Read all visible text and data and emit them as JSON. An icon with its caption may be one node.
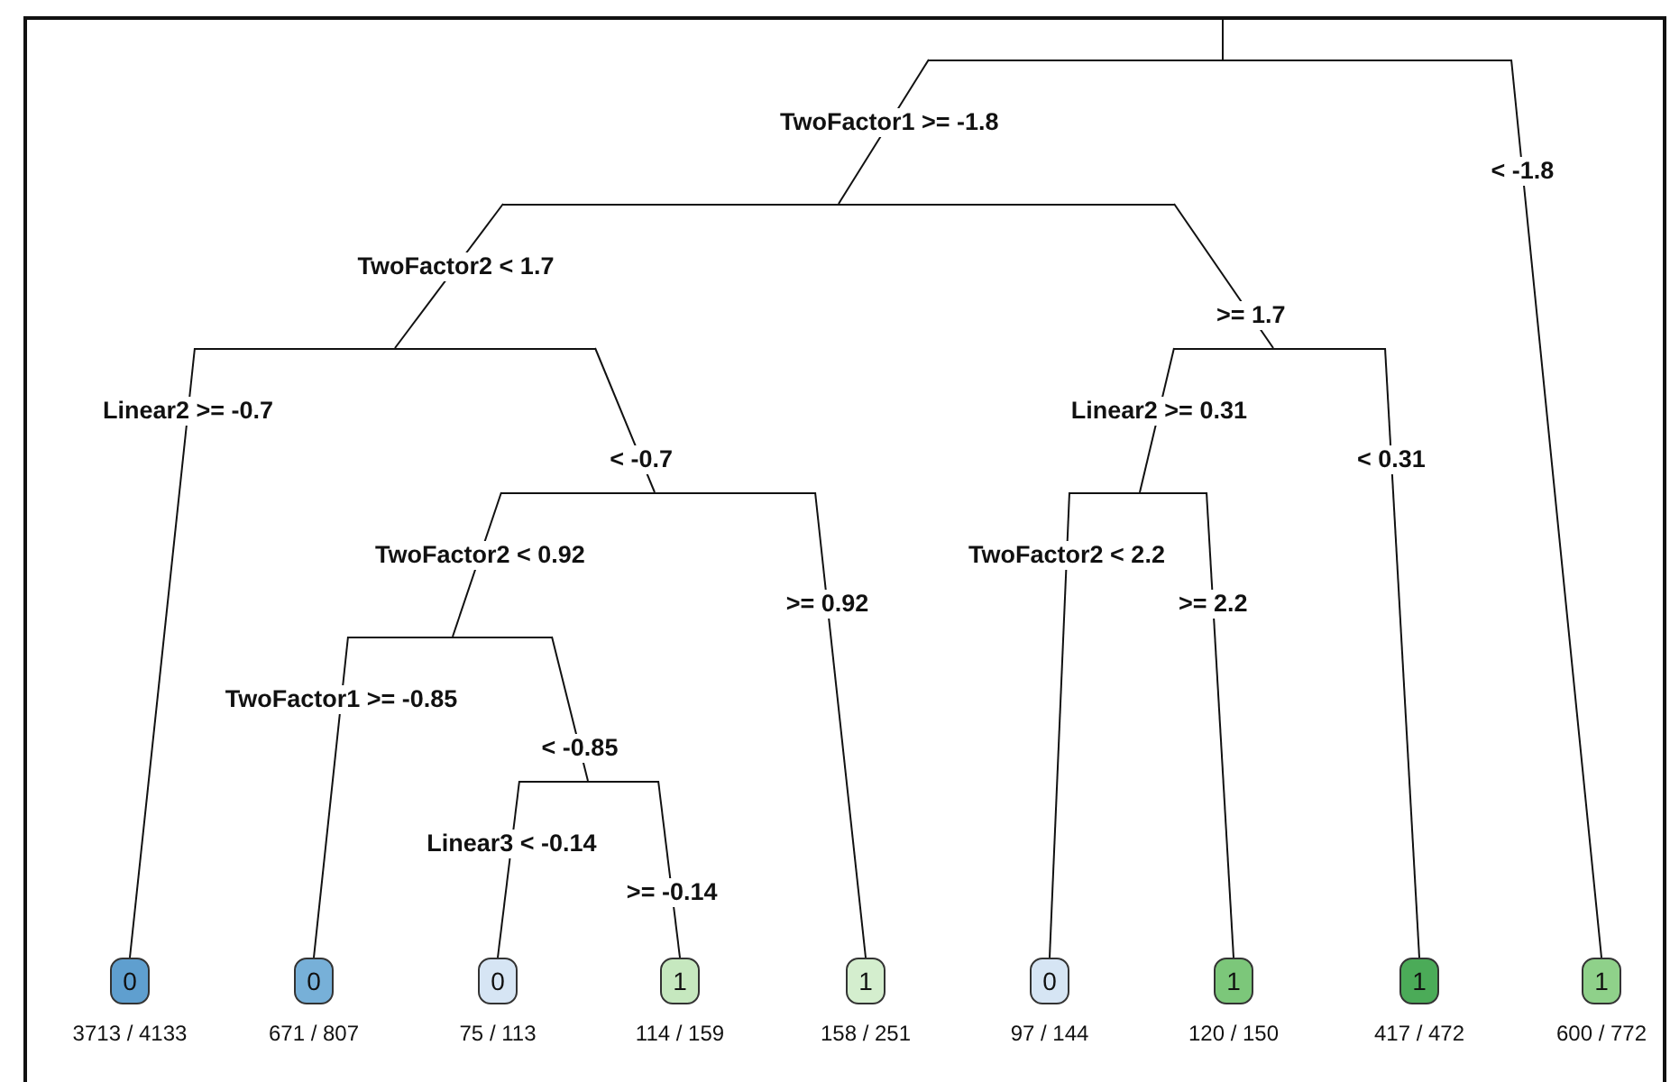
{
  "diagram": {
    "nodes": [
      {
        "text": [],
        "shape": "bar"
      },
      {
        "text": [],
        "shape": "bar"
      },
      {
        "text": [],
        "shape": "bar"
      },
      {
        "text": [],
        "shape": "bar"
      },
      {
        "text": [],
        "shape": "bar"
      },
      {
        "text": [],
        "shape": "bar"
      },
      {
        "text": [],
        "shape": "bar"
      },
      {
        "text": [],
        "shape": "bar"
      },
      {
        "text": [
          "0"
        ],
        "beside": [
          "3713 / 4133"
        ]
      },
      {
        "text": [
          "0"
        ],
        "beside": [
          "671 / 807"
        ]
      },
      {
        "text": [
          "0"
        ],
        "beside": [
          "75 / 113"
        ]
      },
      {
        "text": [
          "1"
        ],
        "beside": [
          "114 / 159"
        ]
      },
      {
        "text": [
          "1"
        ],
        "beside": [
          "158 / 251"
        ]
      },
      {
        "text": [
          "0"
        ],
        "beside": [
          "97 / 144"
        ]
      },
      {
        "text": [
          "1"
        ],
        "beside": [
          "120 / 150"
        ]
      },
      {
        "text": [
          "1"
        ],
        "beside": [
          "417 / 472"
        ]
      },
      {
        "text": [
          "1"
        ],
        "beside": [
          "600 / 772"
        ]
      }
    ],
    "edges": [
      {
        "from": null,
        "to": 0,
        "arrow": "none"
      },
      {
        "from": 0,
        "to": 1,
        "arrow": "none",
        "label": "TwoFactor1 >= -1.8"
      },
      {
        "from": 0,
        "to": 16,
        "arrow": "none",
        "label": "< -1.8"
      },
      {
        "from": 1,
        "to": 2,
        "arrow": "none",
        "label": "TwoFactor2 < 1.7"
      },
      {
        "from": 1,
        "to": 3,
        "arrow": "none",
        "label": ">= 1.7"
      },
      {
        "from": 2,
        "to": 8,
        "arrow": "none",
        "label": "Linear2 >= -0.7"
      },
      {
        "from": 2,
        "to": 4,
        "arrow": "none",
        "label": "< -0.7"
      },
      {
        "from": 4,
        "to": 6,
        "arrow": "none",
        "label": "TwoFactor2 < 0.92"
      },
      {
        "from": 4,
        "to": 12,
        "arrow": "none",
        "label": ">= 0.92"
      },
      {
        "from": 6,
        "to": 9,
        "arrow": "none",
        "label": "TwoFactor1 >= -0.85"
      },
      {
        "from": 6,
        "to": 7,
        "arrow": "none",
        "label": "< -0.85"
      },
      {
        "from": 7,
        "to": 10,
        "arrow": "none",
        "label": "Linear3 < -0.14"
      },
      {
        "from": 7,
        "to": 11,
        "arrow": "none",
        "label": ">= -0.14"
      },
      {
        "from": 3,
        "to": 5,
        "arrow": "none",
        "label": "Linear2 >= 0.31"
      },
      {
        "from": 3,
        "to": 15,
        "arrow": "none",
        "label": "< 0.31"
      },
      {
        "from": 5,
        "to": 13,
        "arrow": "none",
        "label": "TwoFactor2 < 2.2"
      },
      {
        "from": 5,
        "to": 14,
        "arrow": "none",
        "label": ">= 2.2"
      }
    ]
  }
}
